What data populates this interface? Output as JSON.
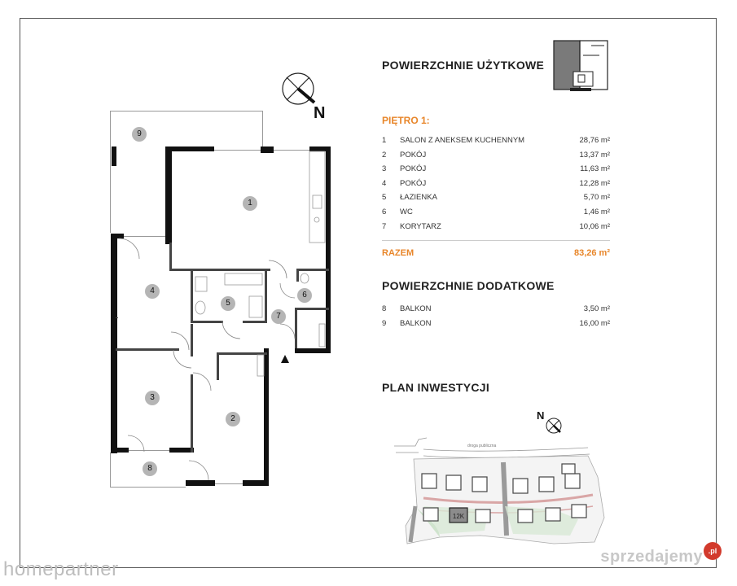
{
  "legend": {
    "title": "POWIERZCHNIE UŻYTKOWE",
    "floor_label": "PIĘTRO 1:",
    "rooms": [
      {
        "num": "1",
        "name": "SALON Z ANEKSEM KUCHENNYM",
        "area": "28,76 m²"
      },
      {
        "num": "2",
        "name": "POKÓJ",
        "area": "13,37 m²"
      },
      {
        "num": "3",
        "name": "POKÓJ",
        "area": "11,63 m²"
      },
      {
        "num": "4",
        "name": "POKÓJ",
        "area": "12,28 m²"
      },
      {
        "num": "5",
        "name": "ŁAZIENKA",
        "area": "5,70 m²"
      },
      {
        "num": "6",
        "name": "WC",
        "area": "1,46 m²"
      },
      {
        "num": "7",
        "name": "KORYTARZ",
        "area": "10,06 m²"
      }
    ],
    "total_label": "RAZEM",
    "total_value": "83,26 m²",
    "extra_title": "POWIERZCHNIE DODATKOWE",
    "extra": [
      {
        "num": "8",
        "name": "BALKON",
        "area": "3,50 m²"
      },
      {
        "num": "9",
        "name": "BALKON",
        "area": "16,00 m²"
      }
    ],
    "plan_title": "PLAN INWESTYCJI"
  },
  "plan": {
    "north_label": "N",
    "labels": [
      "1",
      "2",
      "3",
      "4",
      "5",
      "6",
      "7",
      "8",
      "9"
    ]
  },
  "site": {
    "north_label": "N",
    "street_label": "droga publiczna",
    "building_label": "12K"
  },
  "brand": {
    "logo": "homepartner",
    "watermark": "sprzedajemy",
    "watermark_badge": ".pl",
    "accent": "#e8862a"
  }
}
